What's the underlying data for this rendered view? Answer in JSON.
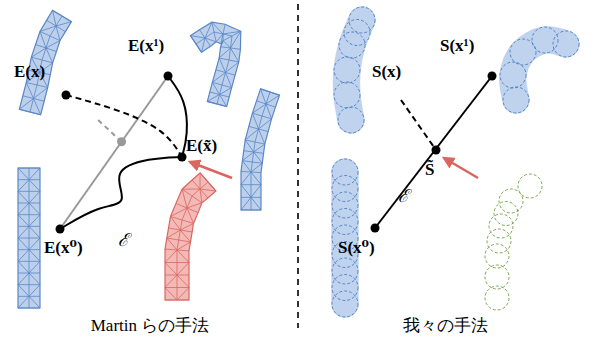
{
  "diagram": {
    "labels": [
      "E(x)",
      "E(x¹)",
      "E(x̃)",
      "E(x⁰)",
      "ℰ",
      "Martin らの手法",
      "S(x)",
      "S(x¹)",
      "S̃",
      "S(x⁰)",
      "ℰ",
      "我々の手法"
    ]
  }
}
